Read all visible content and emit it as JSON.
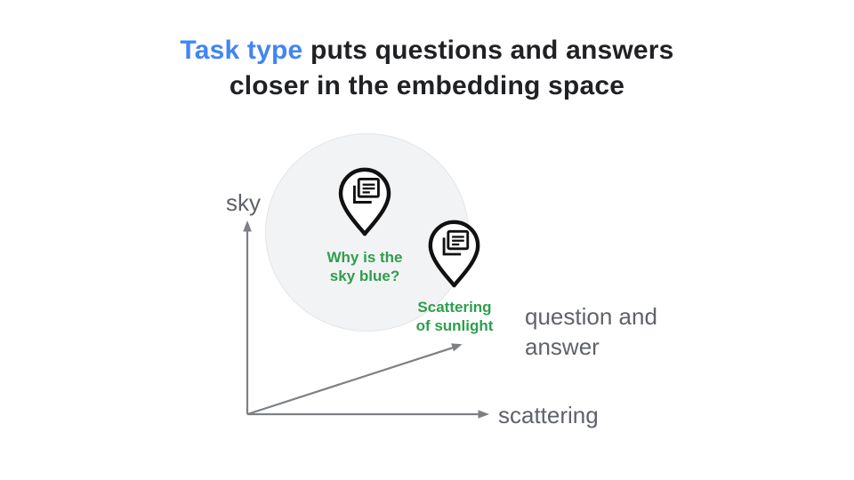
{
  "title": {
    "highlight": "Task type",
    "rest": " puts questions and answers",
    "line2": "closer in the embedding space"
  },
  "diagram": {
    "y_axis_label": "sky",
    "x_axis_label": "scattering",
    "diagonal_axis_label": "question and\nanswer",
    "pins": [
      {
        "icon": "map-pin-article-icon",
        "caption": "Why is the\nsky blue?"
      },
      {
        "icon": "map-pin-article-icon",
        "caption": "Scattering\nof sunlight"
      }
    ]
  },
  "colors": {
    "title_highlight_blue": "#4285F4",
    "title_dark": "#202124",
    "label_gray": "#5F6368",
    "axis_gray": "#7D8084",
    "caption_green": "#2E9E4C",
    "cluster_fill": "#F1F3F4",
    "cluster_border": "#E3E5E7",
    "pin_stroke": "#111111"
  }
}
